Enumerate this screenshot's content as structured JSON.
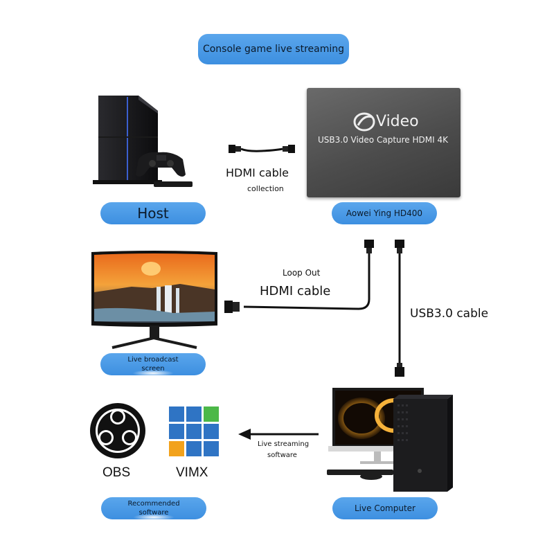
{
  "title": "Console game live streaming",
  "host": {
    "label": "Host"
  },
  "capture_card": {
    "brand": "Video",
    "model_text": "USB3.0 Video Capture HDMI 4K",
    "label": "Aowei Ying HD400"
  },
  "hdmi_in": {
    "cable_label": "HDMI cable",
    "sub_label": "collection"
  },
  "loop_out": {
    "top_label": "Loop Out",
    "cable_label": "HDMI cable"
  },
  "usb": {
    "cable_label": "USB3.0 cable"
  },
  "monitor": {
    "label_line1": "Live broadcast",
    "label_line2": "screen"
  },
  "software": {
    "obs_name": "OBS",
    "vimx_name": "VIMX",
    "label_line1": "Recommended",
    "label_line2": "software",
    "arrow_line1": "Live streaming",
    "arrow_line2": "software"
  },
  "computer": {
    "label": "Live Computer"
  },
  "colors": {
    "pill_blue": "#4a9be6",
    "vimx_blue": "#2f74c4",
    "vimx_green": "#4cb848",
    "vimx_orange": "#f2a21c"
  }
}
